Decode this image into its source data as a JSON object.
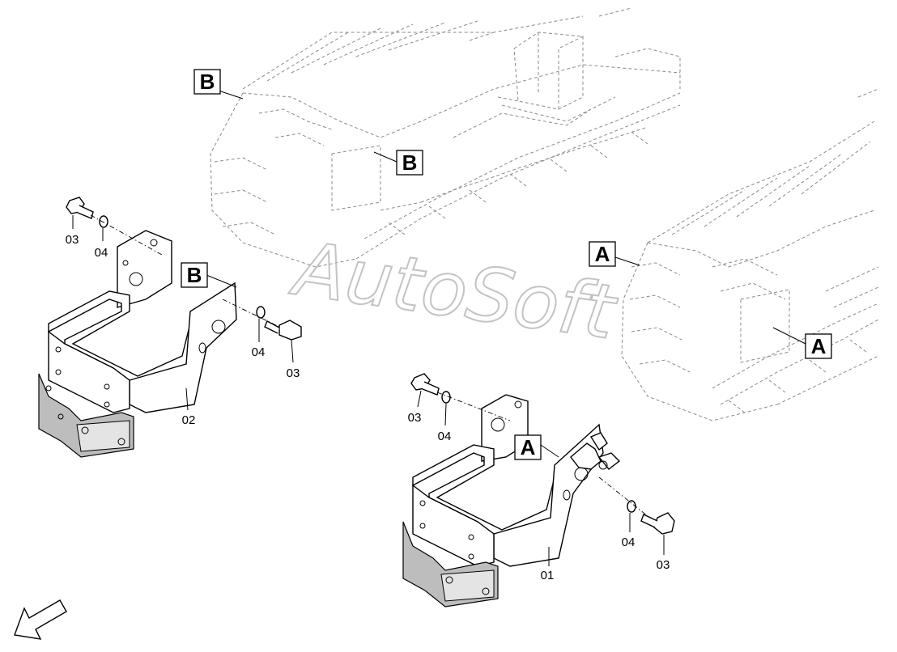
{
  "diagram": {
    "watermark_text": "AutoSoft",
    "callouts": {
      "b_track": "B",
      "b_track_inner": "B",
      "b_bracket": "B",
      "a_track": "A",
      "a_track_inner": "A",
      "a_bracket": "A"
    },
    "part_labels": {
      "bolt_left_top": "03",
      "washer_left_top": "04",
      "washer_left_mid": "04",
      "bolt_left_mid": "03",
      "bracket_left": "02",
      "bolt_right_top": "03",
      "washer_right_top": "04",
      "washer_right_low": "04",
      "bolt_right_low": "03",
      "bracket_right": "01"
    },
    "icons": {
      "direction": "direction-arrow-icon",
      "track_b": "crawler-track-b-icon",
      "track_a": "crawler-track-a-icon",
      "bracket_left": "track-guard-bracket-icon",
      "bracket_right": "track-guard-bracket-icon",
      "bolt": "bolt-icon",
      "washer": "washer-icon"
    },
    "colors": {
      "line": "#000000",
      "phantom": "#8a8a8a",
      "watermark": "#b9b9b9",
      "pad_fill": "#bdbdbd"
    }
  }
}
